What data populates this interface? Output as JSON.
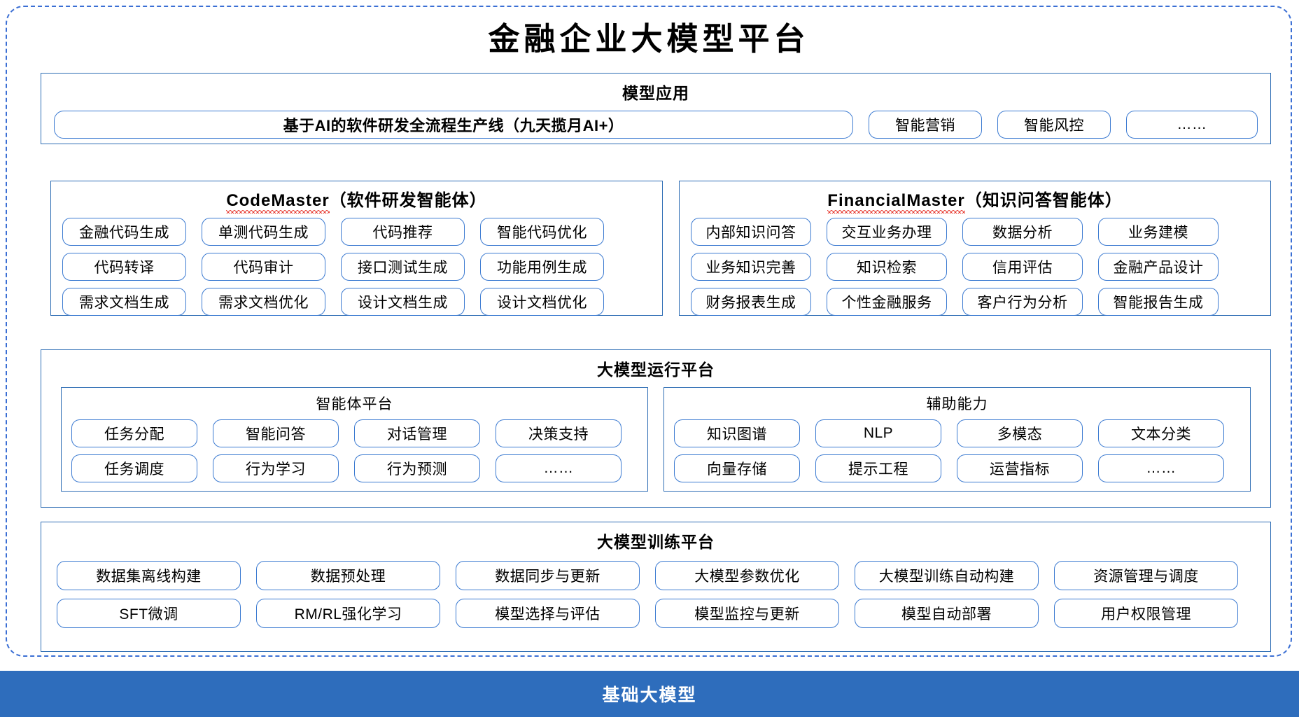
{
  "page": {
    "title": "金融企业大模型平台",
    "accent_blue": "#2e6dbc",
    "pill_border": "#3b7ad1",
    "frame_border": "#3b6fd4"
  },
  "model_application": {
    "title": "模型应用",
    "banner": "基于AI的软件研发全流程生产线（九天揽月AI+）",
    "items": [
      "智能营销",
      "智能风控",
      "……"
    ]
  },
  "agents": [
    {
      "name_latin": "CodeMaster",
      "name_cn": "（软件研发智能体）",
      "rows": [
        [
          "金融代码生成",
          "单测代码生成",
          "代码推荐",
          "智能代码优化"
        ],
        [
          "代码转译",
          "代码审计",
          "接口测试生成",
          "功能用例生成"
        ],
        [
          "需求文档生成",
          "需求文档优化",
          "设计文档生成",
          "设计文档优化"
        ]
      ]
    },
    {
      "name_latin": "FinancialMaster",
      "name_cn": "（知识问答智能体）",
      "rows": [
        [
          "内部知识问答",
          "交互业务办理",
          "数据分析",
          "业务建模"
        ],
        [
          "业务知识完善",
          "知识检索",
          "信用评估",
          "金融产品设计"
        ],
        [
          "财务报表生成",
          "个性金融服务",
          "客户行为分析",
          "智能报告生成"
        ]
      ]
    }
  ],
  "run_platform": {
    "title": "大模型运行平台",
    "subpanels": [
      {
        "title": "智能体平台",
        "rows": [
          [
            "任务分配",
            "智能问答",
            "对话管理",
            "决策支持"
          ],
          [
            "任务调度",
            "行为学习",
            "行为预测",
            "……"
          ]
        ]
      },
      {
        "title": "辅助能力",
        "rows": [
          [
            "知识图谱",
            "NLP",
            "多模态",
            "文本分类"
          ],
          [
            "向量存储",
            "提示工程",
            "运营指标",
            "……"
          ]
        ]
      }
    ]
  },
  "train_platform": {
    "title": "大模型训练平台",
    "rows": [
      [
        "数据集离线构建",
        "数据预处理",
        "数据同步与更新",
        "大模型参数优化",
        "大模型训练自动构建",
        "资源管理与调度"
      ],
      [
        "SFT微调",
        "RM/RL强化学习",
        "模型选择与评估",
        "模型监控与更新",
        "模型自动部署",
        "用户权限管理"
      ]
    ]
  },
  "footer": {
    "label": "基础大模型"
  }
}
